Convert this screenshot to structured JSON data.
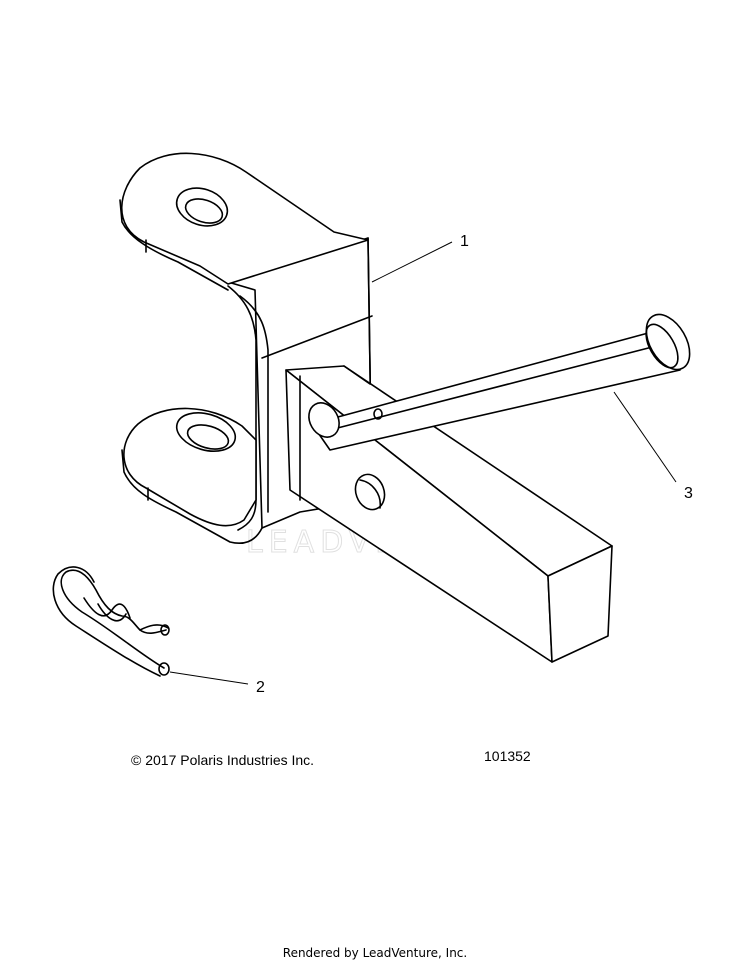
{
  "callouts": {
    "c1": "1",
    "c2": "2",
    "c3": "3"
  },
  "watermark": "LEADVENTURE",
  "copyright": "© 2017 Polaris Industries Inc.",
  "figure_number": "101352",
  "footer": "Rendered by LeadVenture, Inc."
}
